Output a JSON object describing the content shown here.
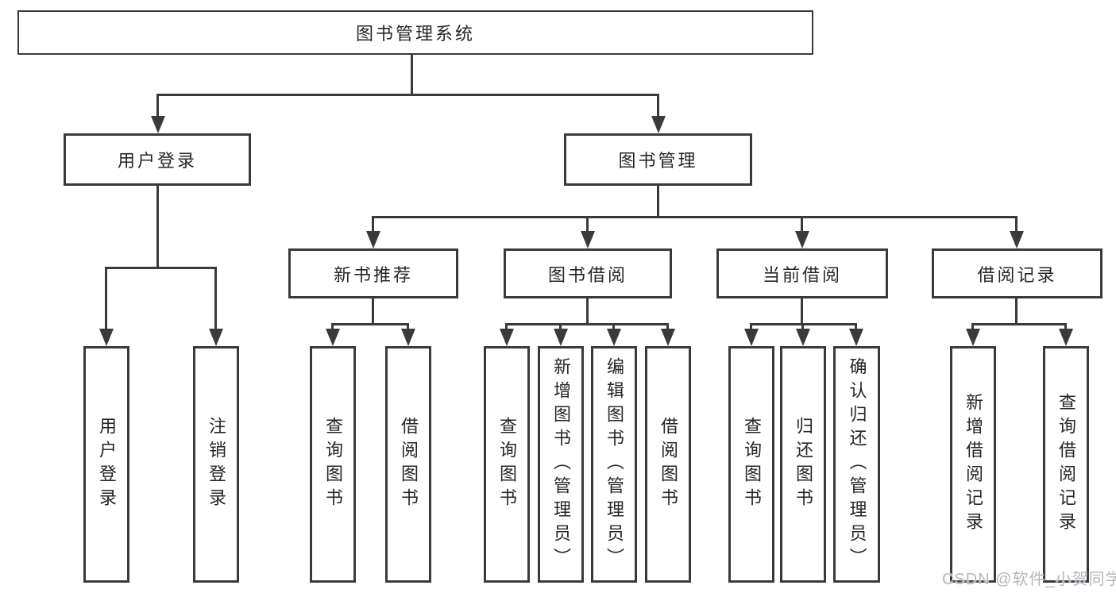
{
  "tree": {
    "root": {
      "label": "图书管理系统"
    },
    "children": [
      {
        "label": "用户登录",
        "children": [
          {
            "label": "用户登录"
          },
          {
            "label": "注销登录"
          }
        ]
      },
      {
        "label": "图书管理",
        "children": [
          {
            "label": "新书推荐",
            "children": [
              {
                "label": "查询图书"
              },
              {
                "label": "借阅图书"
              }
            ]
          },
          {
            "label": "图书借阅",
            "children": [
              {
                "label": "查询图书"
              },
              {
                "label": "新增图书（管理员）"
              },
              {
                "label": "编辑图书（管理员）"
              },
              {
                "label": "借阅图书"
              }
            ]
          },
          {
            "label": "当前借阅",
            "children": [
              {
                "label": "查询图书"
              },
              {
                "label": "归还图书"
              },
              {
                "label": "确认归还（管理员）"
              }
            ]
          },
          {
            "label": "借阅记录",
            "children": [
              {
                "label": "新增借阅记录"
              },
              {
                "label": "查询借阅记录"
              }
            ]
          }
        ]
      }
    ]
  },
  "watermark": "CSDN @软件_小贺同学",
  "colors": {
    "line": "#3a3a3a",
    "box_border": "#3a3a3a",
    "text": "#262626",
    "watermark": "#b3b7bd",
    "background": "#ffffff"
  }
}
